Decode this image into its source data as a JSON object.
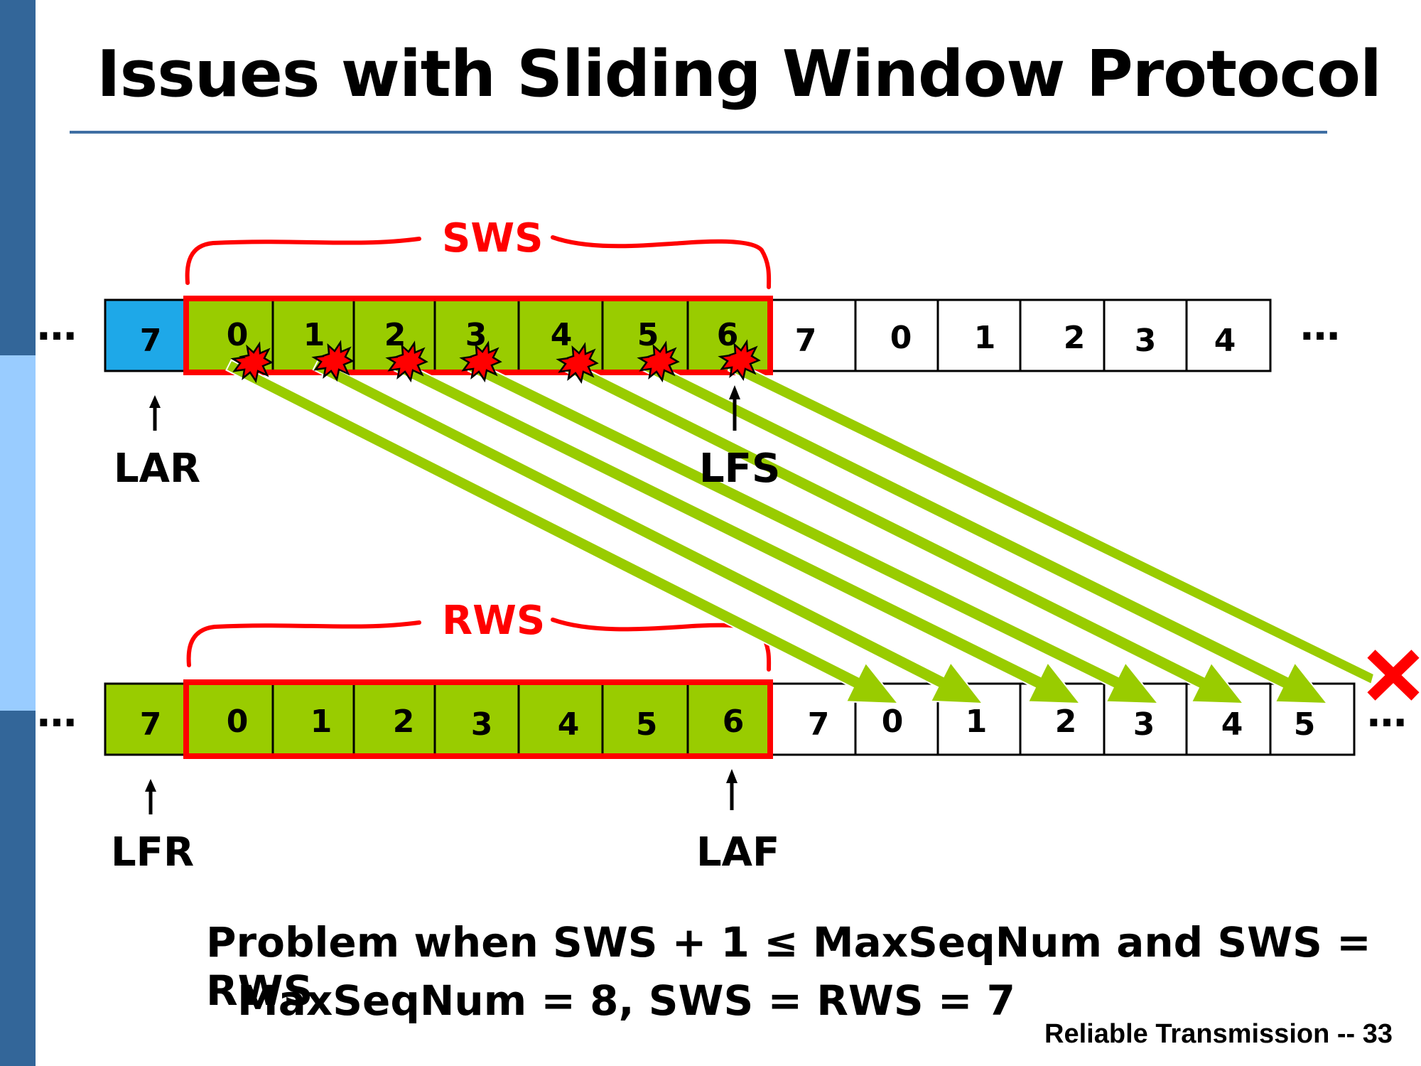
{
  "slide": {
    "title": "Issues with Sliding Window Protocol",
    "footer": "Reliable Transmission -- 33",
    "problem_line1": "Problem when SWS + 1 ≤ MaxSeqNum and SWS = RWS",
    "problem_line2": "MaxSeqNum = 8, SWS = RWS = 7"
  },
  "sender": {
    "window_label": "SWS",
    "cells": [
      "7",
      "0",
      "1",
      "2",
      "3",
      "4",
      "5",
      "6",
      "7",
      "0",
      "1",
      "2",
      "3",
      "4"
    ],
    "left_pointer": "LAR",
    "right_pointer": "LFS",
    "ellipsis": "…"
  },
  "receiver": {
    "window_label": "RWS",
    "cells": [
      "7",
      "0",
      "1",
      "2",
      "3",
      "4",
      "5",
      "6",
      "7",
      "0",
      "1",
      "2",
      "3",
      "4",
      "5"
    ],
    "left_pointer": "LFR",
    "right_pointer": "LAF",
    "ellipsis": "…"
  },
  "colors": {
    "sidebar_dark": "#336699",
    "sidebar_light": "#99ccff",
    "green": "#99cc00",
    "blue": "#1ea8e8",
    "red": "#ff0000",
    "arrow_green": "#99cc00"
  }
}
